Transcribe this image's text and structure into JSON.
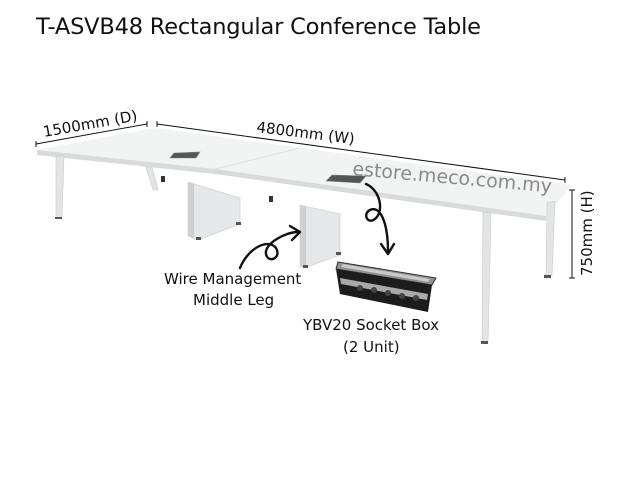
{
  "title": "T-ASVB48 Rectangular Conference Table",
  "dimensions": {
    "depth": "1500mm (D)",
    "width": "4800mm (W)",
    "height": "750mm (H)"
  },
  "watermark": "estore.meco.com.my",
  "callouts": {
    "middle_leg": {
      "line1": "Wire Management",
      "line2": "Middle Leg"
    },
    "socket_box": {
      "line1": "YBV20 Socket Box",
      "line2": "(2 Unit)"
    }
  },
  "colors": {
    "table_top": "#f2f3f3",
    "table_edge": "#d9dadb",
    "leg": "#e3e4e5",
    "panel": "#e6e7e8",
    "panel_shade": "#cfd0d2",
    "ink": "#111111",
    "watermark": "#8a8a8a"
  }
}
